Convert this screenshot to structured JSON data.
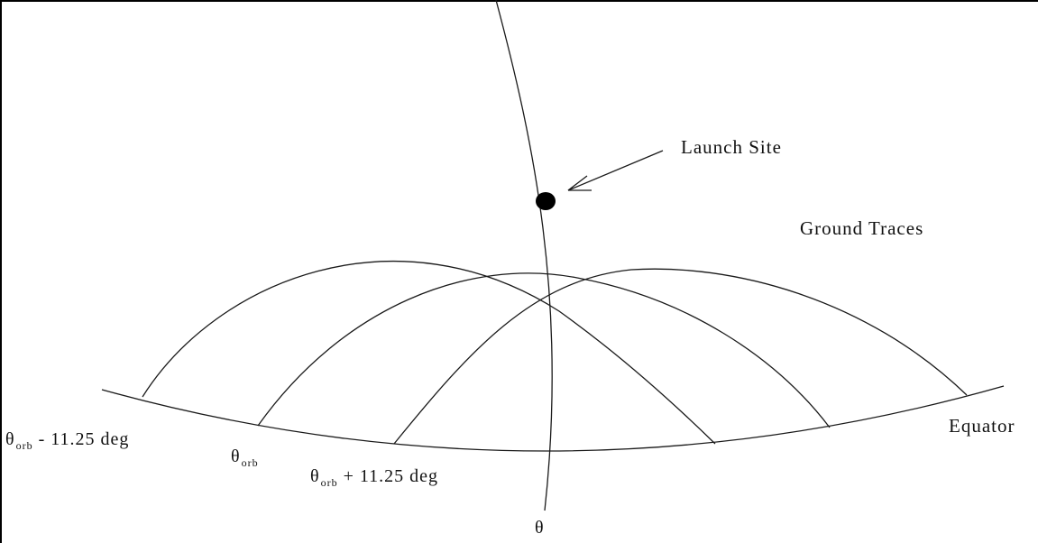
{
  "labels": {
    "launch_site": "Launch Site",
    "ground_traces": "Ground Traces",
    "equator": "Equator",
    "theta_minus": {
      "symbol": "θ",
      "sub": "orb",
      "rest": "- 11.25 deg"
    },
    "theta_orb": {
      "symbol": "θ",
      "sub": "orb"
    },
    "theta_plus": {
      "symbol": "θ",
      "sub": "orb",
      "rest": "+ 11.25 deg"
    },
    "theta": "θ"
  }
}
